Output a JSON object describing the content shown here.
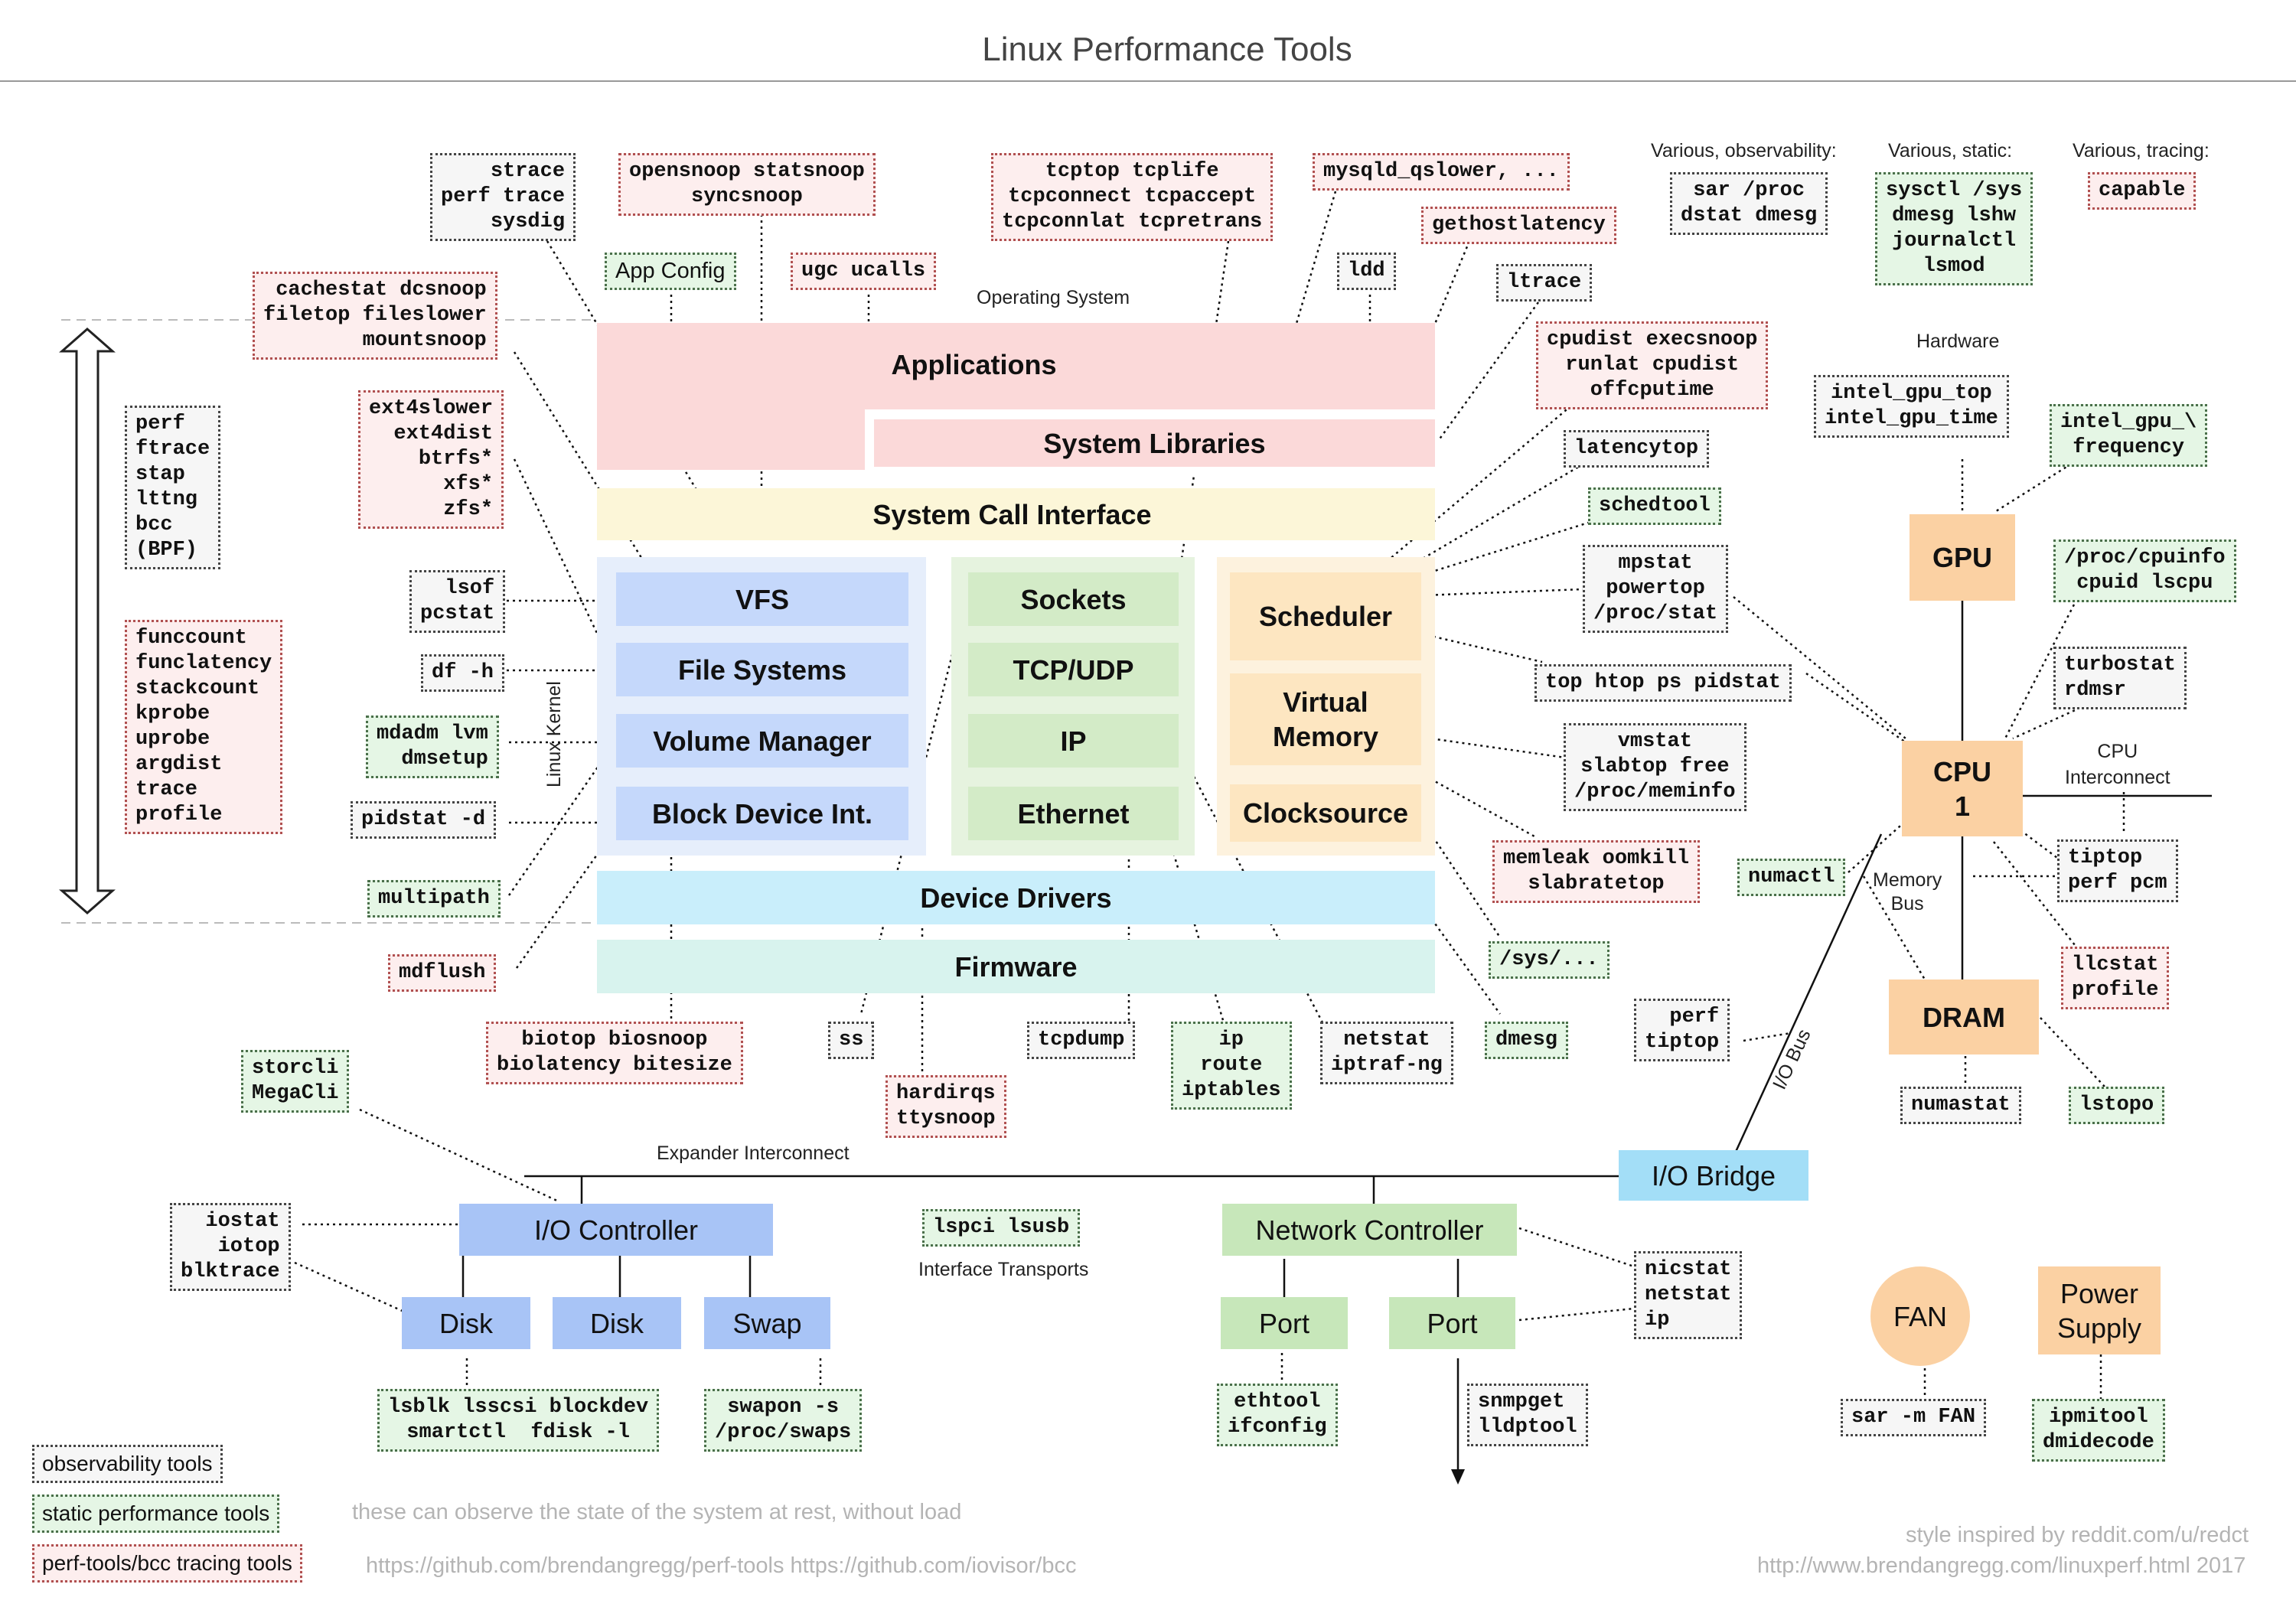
{
  "title": "Linux Performance Tools",
  "labels": {
    "operating_system": "Operating System",
    "linux_kernel": "Linux Kernel",
    "hardware": "Hardware",
    "various_obs": "Various, observability:",
    "various_static": "Various, static:",
    "various_tracing": "Various, tracing:",
    "cpu_interconnect": "CPU\nInterconnect",
    "memory_bus": "Memory\nBus",
    "io_bus": "I/O Bus",
    "expander_interconnect": "Expander Interconnect",
    "interface_transports": "Interface Transports"
  },
  "blocks": {
    "applications": "Applications",
    "system_libraries": "System Libraries",
    "system_call_interface": "System Call Interface",
    "vfs": "VFS",
    "file_systems": "File Systems",
    "volume_manager": "Volume Manager",
    "block_device": "Block Device Int.",
    "sockets": "Sockets",
    "tcp_udp": "TCP/UDP",
    "ip": "IP",
    "ethernet": "Ethernet",
    "scheduler": "Scheduler",
    "virtual_memory": "Virtual\nMemory",
    "clocksource": "Clocksource",
    "device_drivers": "Device Drivers",
    "firmware": "Firmware",
    "gpu": "GPU",
    "cpu": "CPU\n1",
    "dram": "DRAM",
    "io_bridge": "I/O Bridge",
    "io_controller": "I/O Controller",
    "disk1": "Disk",
    "disk2": "Disk",
    "swap": "Swap",
    "network_controller": "Network Controller",
    "port1": "Port",
    "port2": "Port",
    "fan": "FAN",
    "power_supply": "Power\nSupply"
  },
  "tools": {
    "strace": "strace\nperf trace\nsysdig",
    "opensnoop": "opensnoop statsnoop\nsyncsnoop",
    "tcptop": "tcptop tcplife\ntcpconnect tcpaccept\ntcpconnlat tcpretrans",
    "mysqld": "mysqld_qslower, ...",
    "gethostlatency": "gethostlatency",
    "sar_proc": "sar /proc\ndstat dmesg",
    "sysctl": "sysctl /sys\ndmesg lshw\njournalctl\nlsmod",
    "capable": "capable",
    "app_config": "App Config",
    "ugc": "ugc ucalls",
    "ldd": "ldd",
    "ltrace": "ltrace",
    "cachestat": "cachestat dcsnoop\nfiletop fileslower\nmountsnoop",
    "cpudist": "cpudist execsnoop\nrunlat cpudist\noffcputime",
    "intel_gpu_top": "intel_gpu_top\nintel_gpu_time",
    "intel_gpu_freq": "intel_gpu_\\\nfrequency",
    "ext4slower": "ext4slower\next4dist\nbtrfs*\nxfs*\nzfs*",
    "perf_list": "perf\nftrace\nstap\nlttng\nbcc\n(BPF)",
    "latencytop": "latencytop",
    "schedtool": "schedtool",
    "mpstat": "mpstat\npowertop\n/proc/stat",
    "proc_cpuinfo": "/proc/cpuinfo\ncpuid lscpu",
    "lsof": "lsof\npcstat",
    "funccount": "funccount\nfunclatency\nstackcount\nkprobe\nuprobe\nargdist\ntrace\nprofile",
    "df": "df -h",
    "top": "top htop ps pidstat",
    "turbostat": "turbostat\nrdmsr",
    "mdadm": "mdadm lvm\ndmsetup",
    "vmstat": "vmstat\nslabtop free\n/proc/meminfo",
    "pidstat_d": "pidstat -d",
    "memleak": "memleak oomkill\nslabratetop",
    "numactl": "numactl",
    "tiptop_pcm": "tiptop\nperf pcm",
    "multipath": "multipath",
    "sys": "/sys/...",
    "llcstat": "llcstat\nprofile",
    "mdflush": "mdflush",
    "biotop": "biotop biosnoop\nbiolatency bitesize",
    "ss": "ss",
    "tcpdump": "tcpdump",
    "ip_route": "ip\nroute\niptables",
    "netstat": "netstat\niptraf-ng",
    "dmesg": "dmesg",
    "perf_tiptop": "perf\ntiptop",
    "storcli": "storcli\nMegaCli",
    "hardirqs": "hardirqs\nttysnoop",
    "numastat": "numastat",
    "lstopo": "lstopo",
    "iostat": "iostat\niotop\nblktrace",
    "lspci": "lspci lsusb",
    "nicstat": "nicstat\nnetstat\nip",
    "lsblk": "lsblk lsscsi blockdev\nsmartctl  fdisk -l",
    "swapon": "swapon -s\n/proc/swaps",
    "ethtool": "ethtool\nifconfig",
    "snmpget": "snmpget\nlldptool",
    "sar_fan": "sar -m FAN",
    "ipmitool": "ipmitool\ndmidecode"
  },
  "legend": {
    "observability": "observability tools",
    "static": "static performance tools",
    "tracing": "perf-tools/bcc tracing tools"
  },
  "footer": {
    "rest_note": "these can observe the state of the system at rest, without load",
    "urls": "https://github.com/brendangregg/perf-tools   https://github.com/iovisor/bcc",
    "style_credit": "style inspired by reddit.com/u/redct",
    "site": "http://www.brendangregg.com/linuxperf.html 2017"
  },
  "colors": {
    "applications": "#fbd9d9",
    "syscall": "#fcf6d8",
    "vfs_group": "#e6eefb",
    "vfs_block": "#c5d8fb",
    "net_group": "#e6f3df",
    "net_block": "#d3ebc7",
    "sched_group": "#fdf2de",
    "sched_block": "#fde6c1",
    "drivers": "#c9eefb",
    "firmware": "#d8f3ee",
    "hw_orange": "#fbd1a3",
    "io_blue": "#a8c4f6",
    "io_bridge": "#a3def7",
    "net_green": "#c7e7ba"
  }
}
